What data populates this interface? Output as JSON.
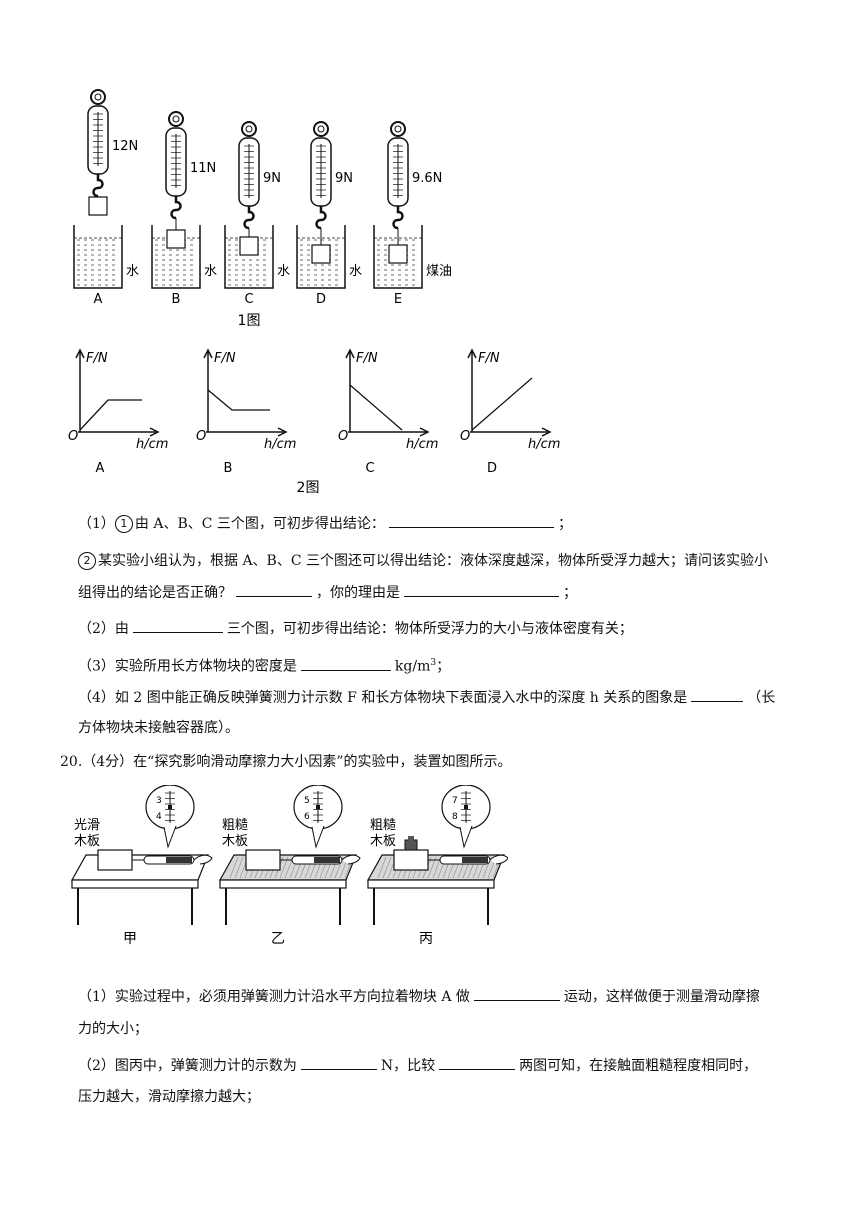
{
  "fig1": {
    "readings": [
      "12N",
      "11N",
      "9N",
      "9N",
      "9.6N"
    ],
    "liquids": [
      "水",
      "水",
      "水",
      "水",
      "煤油"
    ],
    "panels": [
      "A",
      "B",
      "C",
      "D",
      "E"
    ],
    "caption": "1图"
  },
  "fig2": {
    "y_label": "F/N",
    "x_label": "h/cm",
    "origin": "O",
    "panels": [
      "A",
      "B",
      "C",
      "D"
    ],
    "caption": "2图"
  },
  "q19": {
    "p1_prefix": "（1）",
    "p1_circ": "1",
    "p1_text": "由 A、B、C 三个图，可初步得出结论：",
    "p1_end": "；",
    "p1b_circ": "2",
    "p1b_text": "某实验小组认为，根据 A、B、C 三个图还可以得出结论：液体深度越深，物体所受浮力越大；请问该实验小",
    "p1b_text2a": "组得出的结论是否正确？",
    "p1b_text2b": "，你的理由是",
    "p1b_end": "；",
    "p2a": "（2）由",
    "p2b": "三个图，可初步得出结论：物体所受浮力的大小与液体密度有关；",
    "p3a": "（3）实验所用长方体物块的密度是",
    "p3b": "kg/m",
    "p3sup": "3",
    "p3end": "；",
    "p4a": "（4）如 2 图中能正确反映弹簧测力计示数 F 和长方体物块下表面浸入水中的深度 h 关系的图象是",
    "p4b": "（长",
    "p4c": "方体物块未接触容器底）。"
  },
  "q20": {
    "header": "20.（4分）在“探究影响滑动摩擦力大小因素”的实验中，装置如图所示。",
    "surfaces": [
      "光滑\n木板",
      "粗糙\n木板",
      "粗糙\n木板"
    ],
    "surface_a": [
      "光滑",
      "木板"
    ],
    "surface_b": [
      "粗糙",
      "木板"
    ],
    "surface_c": [
      "粗糙",
      "木板"
    ],
    "panels": [
      "甲",
      "乙",
      "丙"
    ],
    "p1a": "（1）实验过程中，必须用弹簧测力计沿水平方向拉着物块 A 做",
    "p1b": "运动，这样做便于测量滑动摩擦",
    "p1c": "力的大小；",
    "p2a": "（2）图丙中，弹簧测力计的示数为",
    "p2b": "N，比较",
    "p2c": "两图可知，在接触面粗糙程度相同时，",
    "p2d": "压力越大，滑动摩擦力越大；"
  }
}
